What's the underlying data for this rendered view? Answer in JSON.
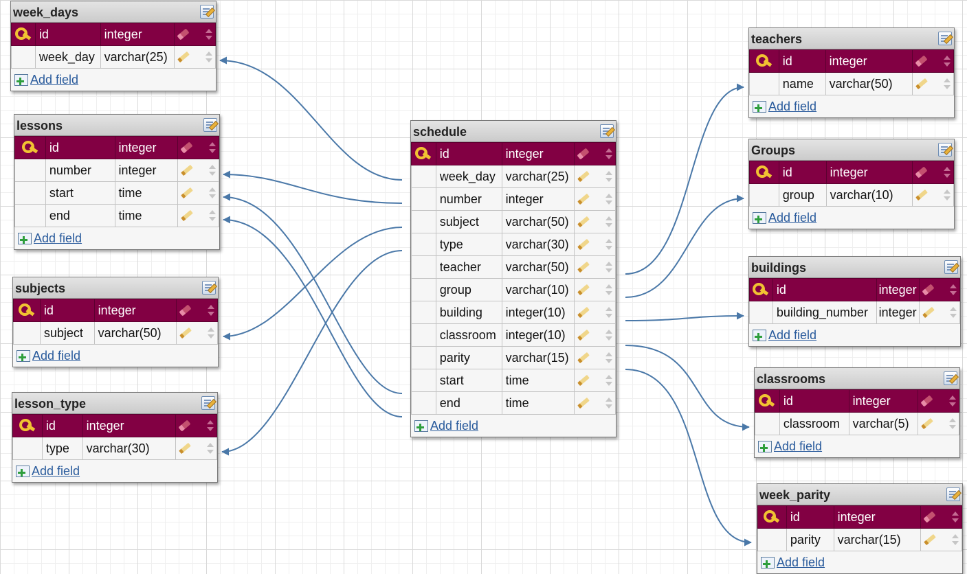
{
  "ui": {
    "add_field": "Add field"
  },
  "tables": {
    "week_days": {
      "name": "week_days",
      "fields": [
        {
          "name": "id",
          "type": "integer"
        },
        {
          "name": "week_day",
          "type": "varchar(25)"
        }
      ]
    },
    "lessons": {
      "name": "lessons",
      "fields": [
        {
          "name": "id",
          "type": "integer"
        },
        {
          "name": "number",
          "type": "integer"
        },
        {
          "name": "start",
          "type": "time"
        },
        {
          "name": "end",
          "type": "time"
        }
      ]
    },
    "subjects": {
      "name": "subjects",
      "fields": [
        {
          "name": "id",
          "type": "integer"
        },
        {
          "name": "subject",
          "type": "varchar(50)"
        }
      ]
    },
    "lesson_type": {
      "name": "lesson_type",
      "fields": [
        {
          "name": "id",
          "type": "integer"
        },
        {
          "name": "type",
          "type": "varchar(30)"
        }
      ]
    },
    "schedule": {
      "name": "schedule",
      "fields": [
        {
          "name": "id",
          "type": "integer"
        },
        {
          "name": "week_day",
          "type": "varchar(25)"
        },
        {
          "name": "number",
          "type": "integer"
        },
        {
          "name": "subject",
          "type": "varchar(50)"
        },
        {
          "name": "type",
          "type": "varchar(30)"
        },
        {
          "name": "teacher",
          "type": "varchar(50)"
        },
        {
          "name": "group",
          "type": "varchar(10)"
        },
        {
          "name": "building",
          "type": "integer(10)"
        },
        {
          "name": "classroom",
          "type": "integer(10)"
        },
        {
          "name": "parity",
          "type": "varchar(15)"
        },
        {
          "name": "start",
          "type": "time"
        },
        {
          "name": "end",
          "type": "time"
        }
      ]
    },
    "teachers": {
      "name": "teachers",
      "fields": [
        {
          "name": "id",
          "type": "integer"
        },
        {
          "name": "name",
          "type": "varchar(50)"
        }
      ]
    },
    "groups": {
      "name": "Groups",
      "fields": [
        {
          "name": "id",
          "type": "integer"
        },
        {
          "name": "group",
          "type": "varchar(10)"
        }
      ]
    },
    "buildings": {
      "name": "buildings",
      "fields": [
        {
          "name": "id",
          "type": "integer"
        },
        {
          "name": "building_number",
          "type": "integer"
        }
      ]
    },
    "classrooms": {
      "name": "classrooms",
      "fields": [
        {
          "name": "id",
          "type": "integer"
        },
        {
          "name": "classroom",
          "type": "varchar(5)"
        }
      ]
    },
    "week_parity": {
      "name": "week_parity",
      "fields": [
        {
          "name": "id",
          "type": "integer"
        },
        {
          "name": "parity",
          "type": "varchar(15)"
        }
      ]
    }
  },
  "relations": [
    {
      "from": "schedule.week_day",
      "to": "week_days.week_day"
    },
    {
      "from": "schedule.number",
      "to": "lessons.number"
    },
    {
      "from": "schedule.start",
      "to": "lessons.start"
    },
    {
      "from": "schedule.end",
      "to": "lessons.end"
    },
    {
      "from": "schedule.subject",
      "to": "subjects.subject"
    },
    {
      "from": "schedule.type",
      "to": "lesson_type.type"
    },
    {
      "from": "schedule.teacher",
      "to": "teachers.name"
    },
    {
      "from": "schedule.group",
      "to": "groups.group"
    },
    {
      "from": "schedule.building",
      "to": "buildings.building_number"
    },
    {
      "from": "schedule.classroom",
      "to": "classrooms.classroom"
    },
    {
      "from": "schedule.parity",
      "to": "week_parity.parity"
    }
  ],
  "colors": {
    "primary_key_row": "#820043",
    "relation_line": "#4a78a8",
    "link": "#2a5b9c"
  }
}
